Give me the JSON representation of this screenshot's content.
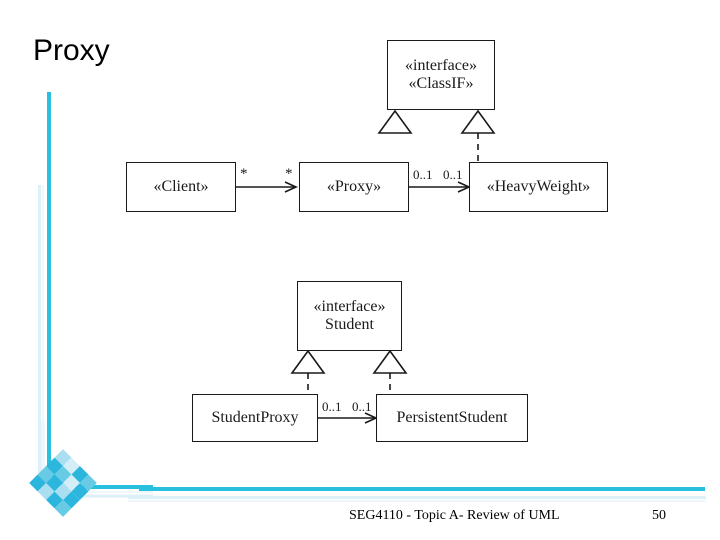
{
  "slide": {
    "title": "Proxy",
    "footer_text": "SEG4110 - Topic A-  Review of UML",
    "page_number": "50"
  },
  "theme": {
    "accent_cyan": "#29bfde",
    "accent_mid": "#67cbe6",
    "accent_light": "#a9dff0",
    "accent_pale": "#d4eef8",
    "stroke": "#1a1a1a",
    "background": "#ffffff"
  },
  "diagram_generic": {
    "name": "proxy-pattern-generic",
    "interface_box": {
      "stereotype": "«interface»",
      "name": "«ClassIF»"
    },
    "client_box": {
      "name": "«Client»"
    },
    "proxy_box": {
      "name": "«Proxy»"
    },
    "heavyweight_box": {
      "name": "«HeavyWeight»"
    },
    "multiplicities": {
      "client_end": "*",
      "proxy_end": "*",
      "proxy_to_heavy_left": "0..1",
      "proxy_to_heavy_right": "0..1"
    }
  },
  "diagram_example": {
    "name": "proxy-pattern-student-example",
    "interface_box": {
      "stereotype": "«interface»",
      "name": "Student"
    },
    "student_proxy_box": {
      "name": "StudentProxy"
    },
    "persistent_student_box": {
      "name": "PersistentStudent"
    },
    "multiplicities": {
      "proxy_end": "0..1",
      "persistent_end": "0..1"
    }
  }
}
